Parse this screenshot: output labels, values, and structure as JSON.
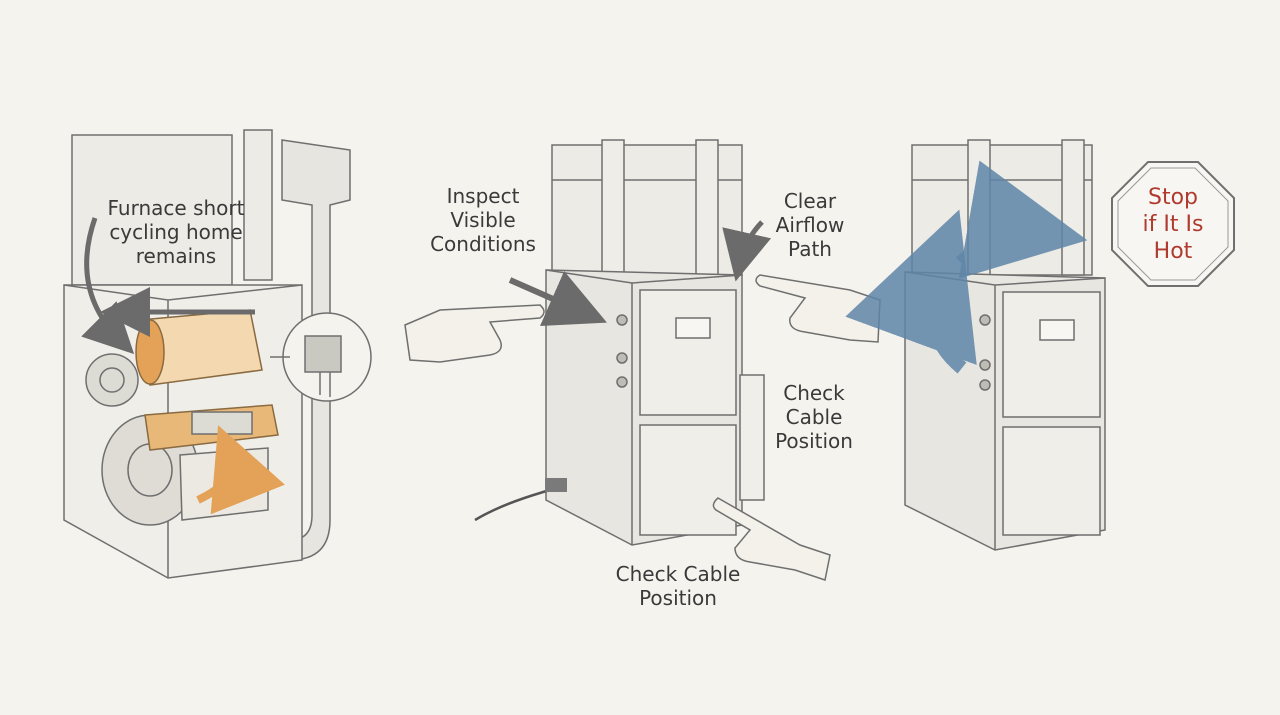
{
  "labels": {
    "furnace_short_cycling": "Furnace short\ncycling home\nremains",
    "inspect_visible_conditions": "Inspect\nVisible\nConditions",
    "clear_airflow_path": "Clear\nAirflow\nPath",
    "check_cable_position_right": "Check\nCable\nPosition",
    "check_cable_position_bottom": "Check Cable\nPosition",
    "stop_if_hot": "Stop\nif It Is\nHot"
  },
  "colors": {
    "background": "#f4f3ee",
    "line": "#6f6f6f",
    "panel_fill": "#e6e5df",
    "accent_orange": "#e3a257",
    "accent_blue": "#5f86a8",
    "stop_red": "#b03a2e"
  },
  "icons": [
    "hand-pointer-icon",
    "airflow-arrow-icon",
    "stop-sign-icon",
    "power-cable-icon"
  ]
}
